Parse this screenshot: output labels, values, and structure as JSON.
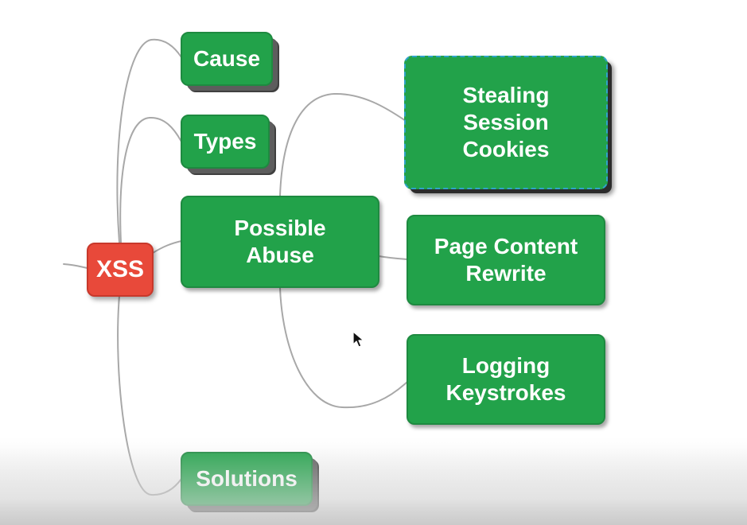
{
  "mindmap": {
    "root": {
      "label": "XSS",
      "color": "#e8493a"
    },
    "branches": [
      {
        "id": "cause",
        "label": "Cause"
      },
      {
        "id": "types",
        "label": "Types"
      },
      {
        "id": "possible-abuse",
        "label": "Possible\nAbuse"
      },
      {
        "id": "solutions",
        "label": "Solutions"
      }
    ],
    "abuse_children": [
      {
        "id": "stealing-session-cookies",
        "label": "Stealing\nSession\nCookies",
        "selected": true
      },
      {
        "id": "page-content-rewrite",
        "label": "Page Content\nRewrite"
      },
      {
        "id": "logging-keystrokes",
        "label": "Logging\nKeystrokes"
      }
    ],
    "node_color": "#22a24a",
    "link_color": "#a8a8a8"
  }
}
